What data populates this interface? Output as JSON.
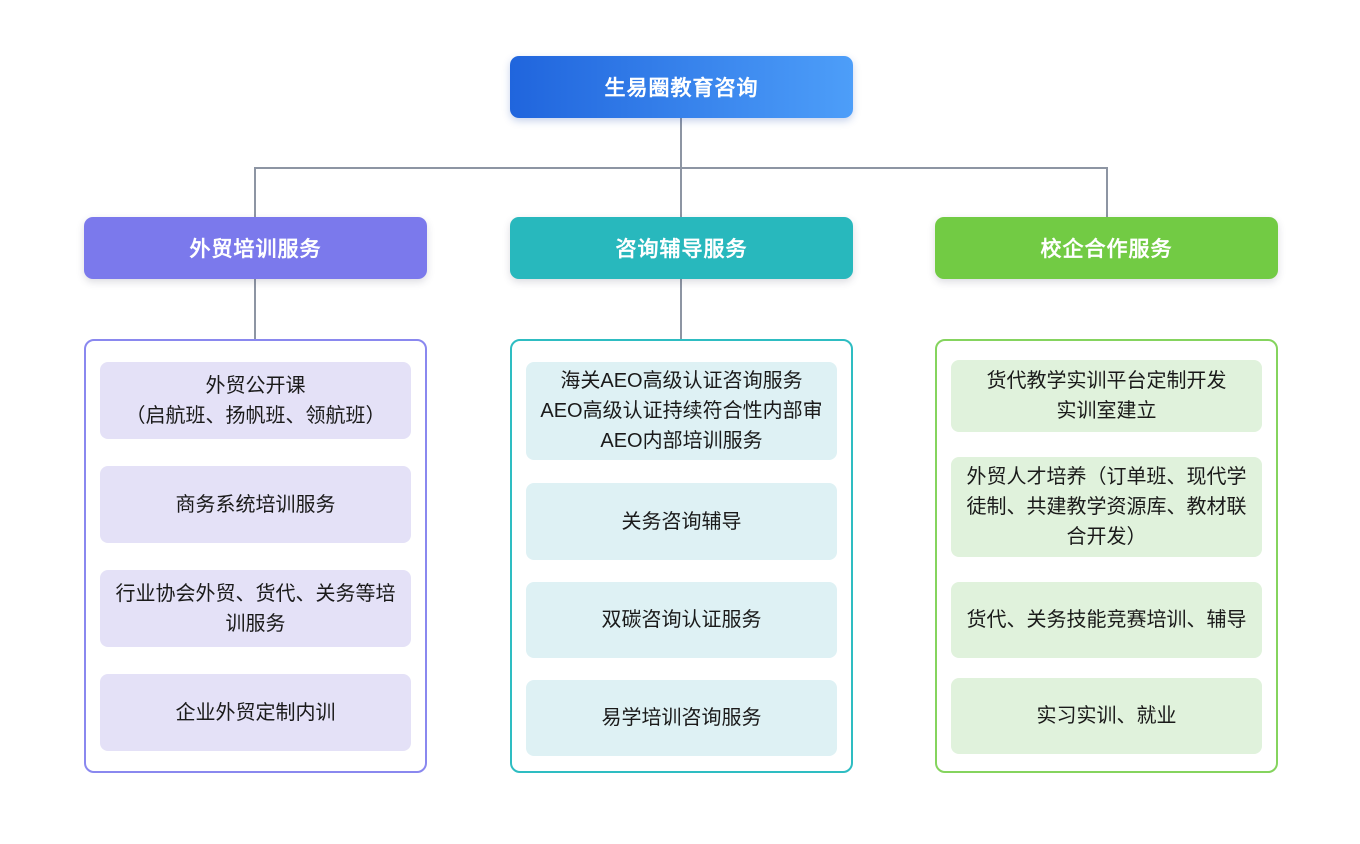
{
  "root": {
    "label": "生易圈教育咨询"
  },
  "columns": [
    {
      "header": "外贸培训服务",
      "items": [
        {
          "lines": [
            "外贸公开课",
            "（启航班、扬帆班、领航班）"
          ]
        },
        {
          "lines": [
            "商务系统培训服务"
          ]
        },
        {
          "lines": [
            "行业协会外贸、货代、关务等培训服务"
          ]
        },
        {
          "lines": [
            "企业外贸定制内训"
          ]
        }
      ]
    },
    {
      "header": "咨询辅导服务",
      "items": [
        {
          "lines": [
            "海关AEO高级认证咨询服务",
            "AEO高级认证持续符合性内部审",
            "AEO内部培训服务"
          ]
        },
        {
          "lines": [
            "关务咨询辅导"
          ]
        },
        {
          "lines": [
            "双碳咨询认证服务"
          ]
        },
        {
          "lines": [
            "易学培训咨询服务"
          ]
        }
      ]
    },
    {
      "header": "校企合作服务",
      "items": [
        {
          "lines": [
            "货代教学实训平台定制开发",
            "实训室建立"
          ]
        },
        {
          "lines": [
            "外贸人才培养（订单班、现代学徒制、共建教学资源库、教材联合开发）"
          ]
        },
        {
          "lines": [
            "货代、关务技能竞赛培训、辅导"
          ]
        },
        {
          "lines": [
            "实习实训、就业"
          ]
        }
      ]
    }
  ],
  "palette": {
    "root_gradient_start": "#2065dd",
    "root_gradient_end": "#4d9ef9",
    "branch1": "#7b79ec",
    "branch1_border": "#8a88ef",
    "branch1_light": "#e4e1f7",
    "branch2": "#28b8bd",
    "branch2_border": "#2ebdc2",
    "branch2_light": "#def1f4",
    "branch3": "#72cb44",
    "branch3_border": "#85d45e",
    "branch3_light": "#e0f2dc",
    "connector": "#8d95a3"
  }
}
